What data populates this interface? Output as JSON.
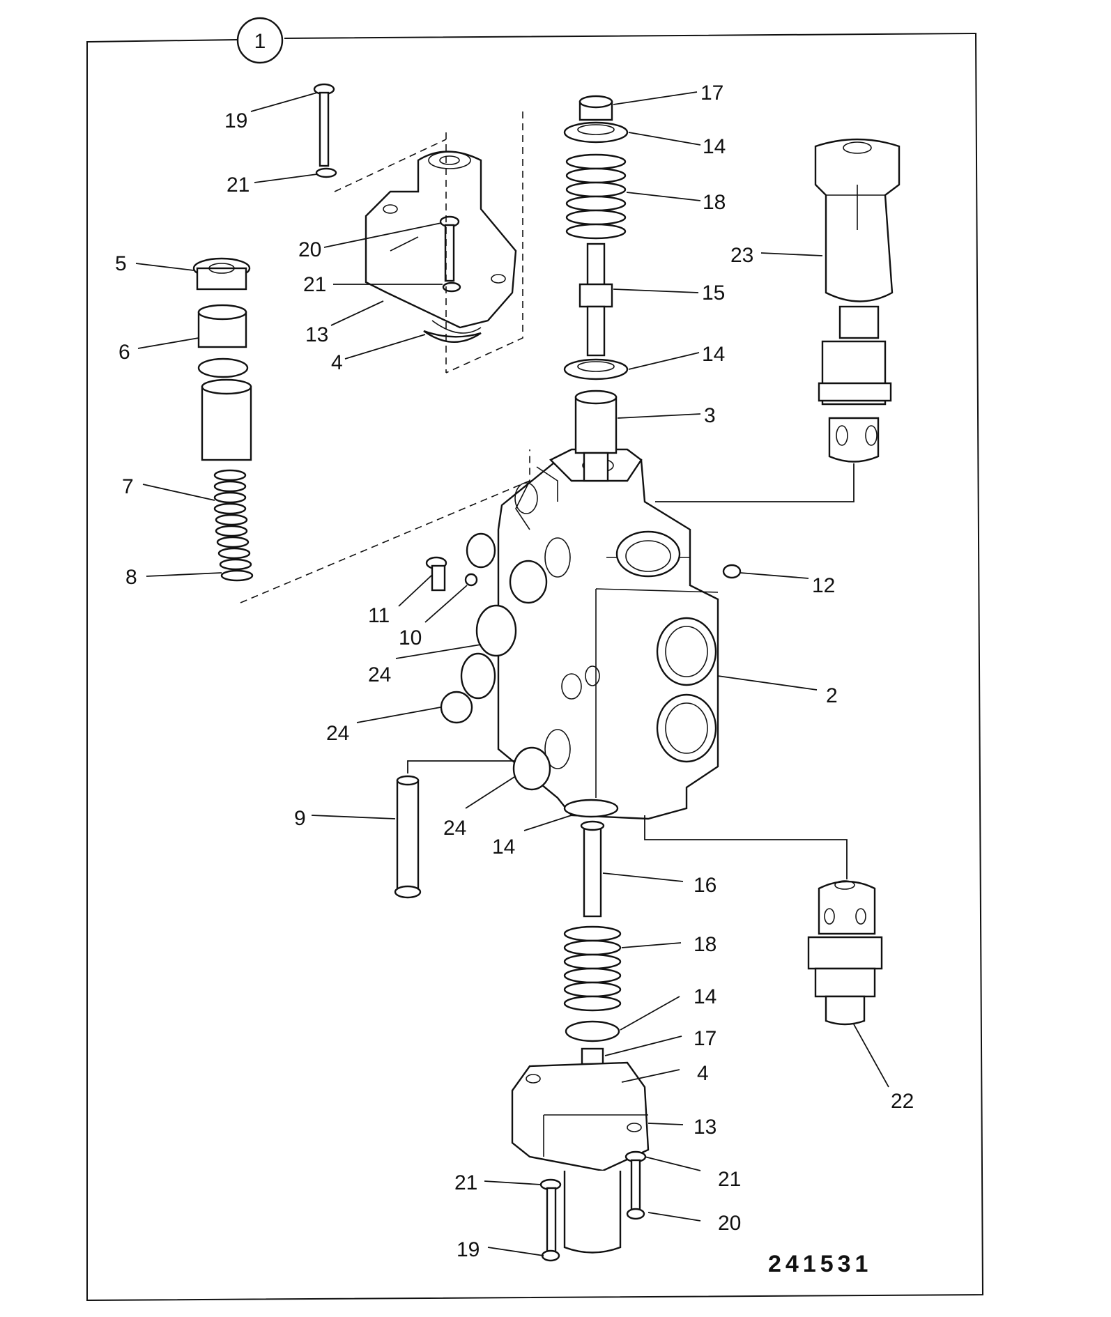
{
  "diagram": {
    "group_number": "1",
    "reference_number": "241531",
    "parts": [
      {
        "id": "p2",
        "label": "2"
      },
      {
        "id": "p3",
        "label": "3"
      },
      {
        "id": "p4a",
        "label": "4"
      },
      {
        "id": "p4b",
        "label": "4"
      },
      {
        "id": "p5",
        "label": "5"
      },
      {
        "id": "p6",
        "label": "6"
      },
      {
        "id": "p7",
        "label": "7"
      },
      {
        "id": "p8",
        "label": "8"
      },
      {
        "id": "p9",
        "label": "9"
      },
      {
        "id": "p10",
        "label": "10"
      },
      {
        "id": "p11",
        "label": "11"
      },
      {
        "id": "p12",
        "label": "12"
      },
      {
        "id": "p13a",
        "label": "13"
      },
      {
        "id": "p13b",
        "label": "13"
      },
      {
        "id": "p14a",
        "label": "14"
      },
      {
        "id": "p14b",
        "label": "14"
      },
      {
        "id": "p14c",
        "label": "14"
      },
      {
        "id": "p14d",
        "label": "14"
      },
      {
        "id": "p15",
        "label": "15"
      },
      {
        "id": "p16",
        "label": "16"
      },
      {
        "id": "p17a",
        "label": "17"
      },
      {
        "id": "p17b",
        "label": "17"
      },
      {
        "id": "p18a",
        "label": "18"
      },
      {
        "id": "p18b",
        "label": "18"
      },
      {
        "id": "p19a",
        "label": "19"
      },
      {
        "id": "p19b",
        "label": "19"
      },
      {
        "id": "p20a",
        "label": "20"
      },
      {
        "id": "p20b",
        "label": "20"
      },
      {
        "id": "p21a",
        "label": "21"
      },
      {
        "id": "p21b",
        "label": "21"
      },
      {
        "id": "p21c",
        "label": "21"
      },
      {
        "id": "p21d",
        "label": "21"
      },
      {
        "id": "p22",
        "label": "22"
      },
      {
        "id": "p23",
        "label": "23"
      },
      {
        "id": "p24a",
        "label": "24"
      },
      {
        "id": "p24b",
        "label": "24"
      },
      {
        "id": "p24c",
        "label": "24"
      }
    ]
  }
}
